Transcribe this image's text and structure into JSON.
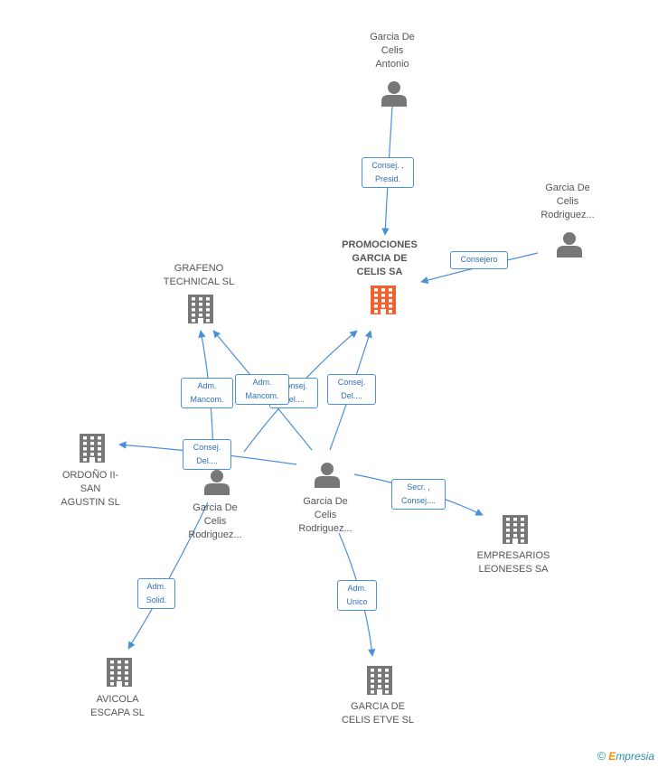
{
  "colors": {
    "edge": "#4a90d9",
    "icon": "#777777",
    "icon_main": "#f06030"
  },
  "nodes": {
    "antonio": {
      "label": "Garcia De\nCelis\nAntonio",
      "icon": "person-icon"
    },
    "rodriguez_top": {
      "label": "Garcia De\nCelis\nRodriguez...",
      "icon": "person-icon"
    },
    "promociones": {
      "label": "PROMOCIONES\nGARCIA DE\nCELIS SA",
      "icon": "building-icon"
    },
    "grafeno": {
      "label": "GRAFENO\nTECHNICAL  SL",
      "icon": "building-icon"
    },
    "ordono": {
      "label": "ORDOÑO II-\nSAN\nAGUSTIN SL",
      "icon": "building-icon"
    },
    "rodriguez_left": {
      "label": "Garcia De\nCelis\nRodriguez...",
      "icon": "person-icon"
    },
    "rodriguez_center": {
      "label": "Garcia De\nCelis\nRodriguez...",
      "icon": "person-icon"
    },
    "empresarios": {
      "label": "EMPRESARIOS\nLEONESES SA",
      "icon": "building-icon"
    },
    "avicola": {
      "label": "AVICOLA\nESCAPA SL",
      "icon": "building-icon"
    },
    "etve": {
      "label": "GARCIA DE\nCELIS ETVE SL",
      "icon": "building-icon"
    }
  },
  "edges": {
    "antonio_promociones": "Consej. ,\nPresid.",
    "rodtop_promociones": "Consejero",
    "left_grafeno": "Adm.\nMancom.",
    "center_grafeno": "Adm.\nMancom.",
    "left_promociones": "Consej.\nDel....",
    "center_promociones": "Consej.\nDel....",
    "center_ordono": "Consej.\nDel....",
    "center_empresarios": "Secr. ,\nConsej....",
    "left_avicola": "Adm.\nSolid.",
    "center_etve": "Adm.\nUnico"
  },
  "footer": {
    "copyright": "©",
    "brand_first": "E",
    "brand_rest": "mpresia"
  }
}
